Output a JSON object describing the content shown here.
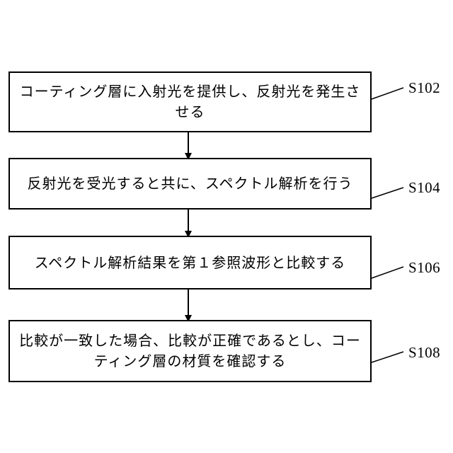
{
  "steps": [
    {
      "id": "S102",
      "text": "コーティング層に入射光を提供し、反射光を発生させる"
    },
    {
      "id": "S104",
      "text": "反射光を受光すると共に、スペクトル解析を行う"
    },
    {
      "id": "S106",
      "text": "スペクトル解析結果を第１参照波形と比較する"
    },
    {
      "id": "S108",
      "text": "比較が一致した場合、比較が正確であるとし、コーティング層の材質を確認する"
    }
  ],
  "colors": {
    "line": "#000000",
    "background": "#ffffff"
  }
}
